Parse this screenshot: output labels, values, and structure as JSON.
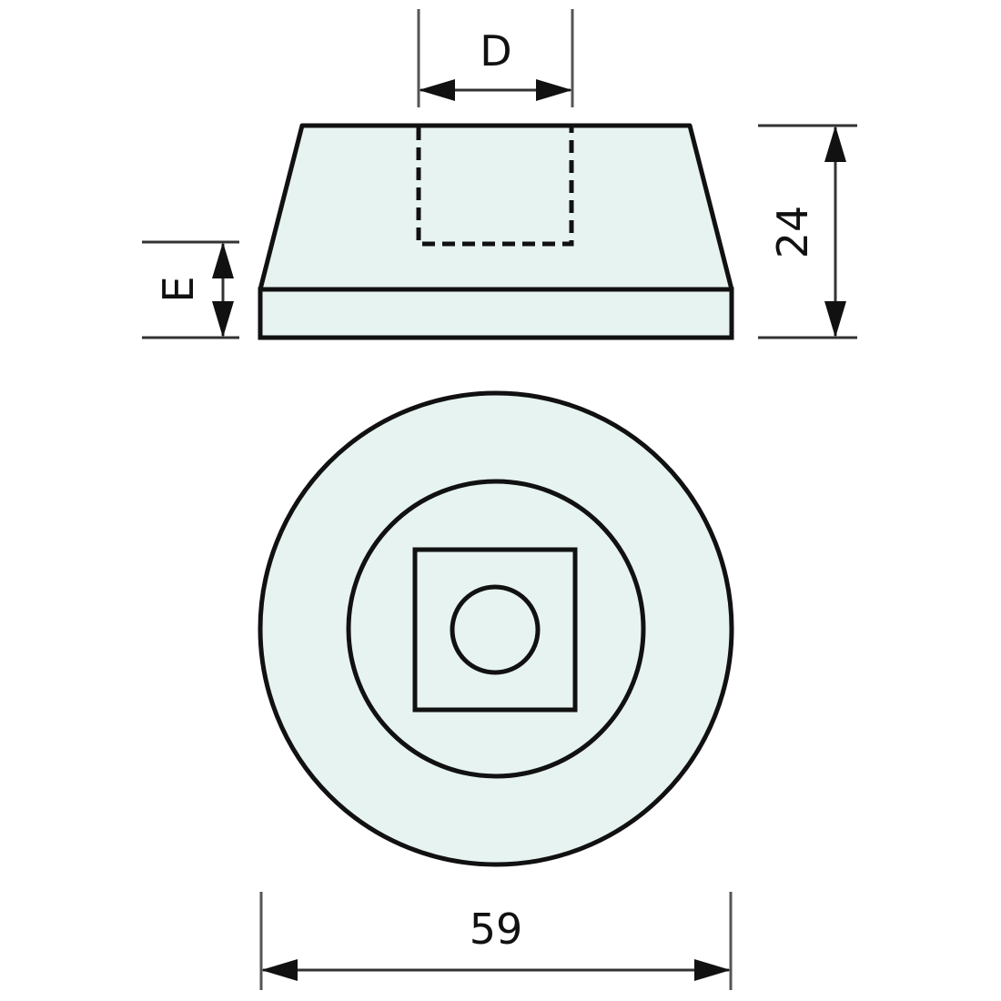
{
  "diagram": {
    "type": "technical-drawing",
    "views": [
      "side-view",
      "top-view"
    ],
    "fill_color": "#e6f3f1",
    "stroke_color": "#111111",
    "dimensions": {
      "D": {
        "label": "D",
        "orientation": "horizontal"
      },
      "E": {
        "label": "E",
        "orientation": "vertical"
      },
      "height": {
        "label": "24",
        "orientation": "vertical"
      },
      "diameter": {
        "label": "59",
        "orientation": "horizontal"
      }
    }
  }
}
